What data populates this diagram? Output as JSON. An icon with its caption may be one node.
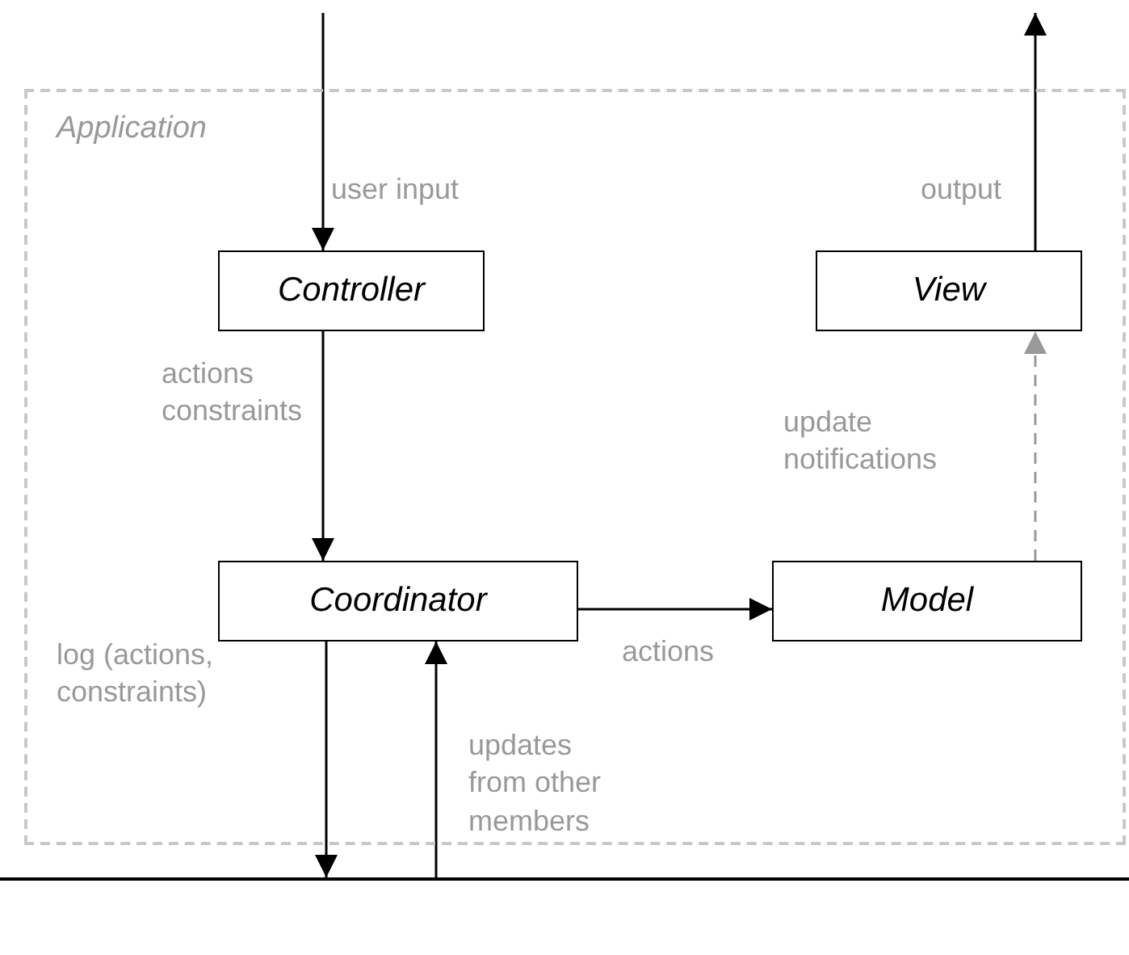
{
  "diagram": {
    "nodes": [
      {
        "text": [
          "Application"
        ]
      },
      {
        "text": [
          "Controller"
        ],
        "in": 0
      },
      {
        "text": [
          "View"
        ],
        "in": 0
      },
      {
        "text": [
          "Coordinator"
        ],
        "in": 0
      },
      {
        "text": [
          "Model"
        ],
        "in": 0
      },
      {
        "text": [],
        "shape": "bar"
      }
    ],
    "edges": [
      {
        "from": null,
        "to": 1,
        "arrow": "to",
        "label": "user input"
      },
      {
        "from": 2,
        "to": null,
        "arrow": "to",
        "label": "output"
      },
      {
        "from": 1,
        "to": 3,
        "arrow": "to",
        "label": "actions constraints"
      },
      {
        "from": 3,
        "to": 4,
        "arrow": "to",
        "label": "actions"
      },
      {
        "from": 4,
        "to": 2,
        "arrow": "to",
        "label": "update notifications",
        "style": "dashed",
        "color": "#999999"
      },
      {
        "from": 3,
        "to": 5,
        "arrow": "to",
        "label": "log (actions, constraints)"
      },
      {
        "from": 5,
        "to": 3,
        "arrow": "to",
        "label": "updates from other members"
      }
    ]
  }
}
